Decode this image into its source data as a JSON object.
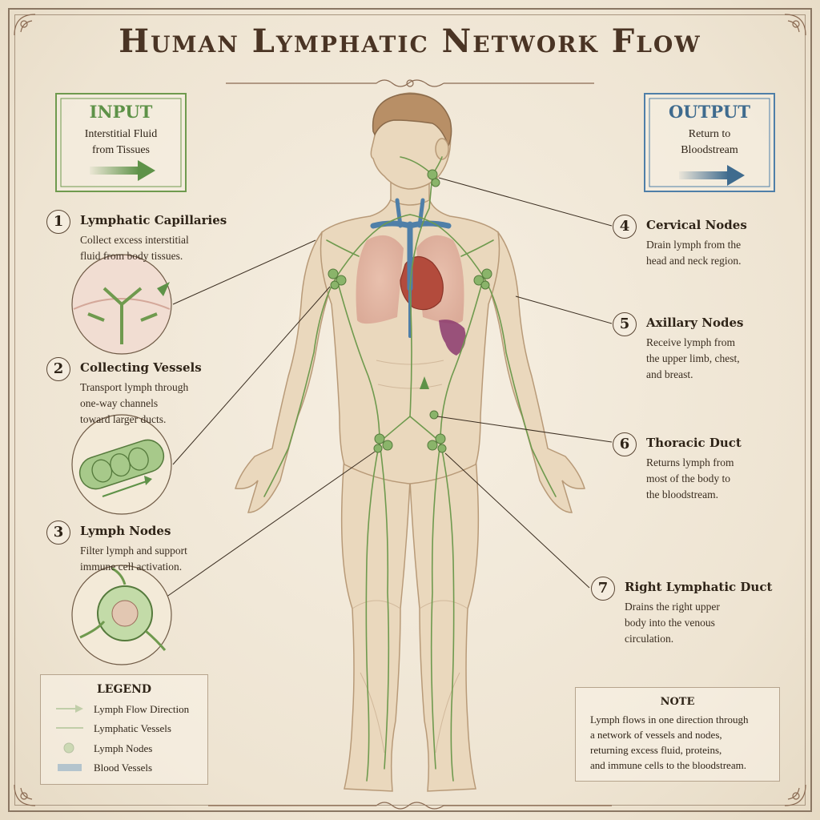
{
  "title": "Human Lymphatic Network Flow",
  "input": {
    "title": "INPUT",
    "line1": "Interstitial Fluid",
    "line2": "from Tissues"
  },
  "output": {
    "title": "OUTPUT",
    "line1": "Return to",
    "line2": "Bloodstream"
  },
  "steps": [
    {
      "num": "1",
      "title": "Lymphatic Capillaries",
      "lines": [
        "Collect excess interstitial",
        "fluid from body tissues."
      ]
    },
    {
      "num": "2",
      "title": "Collecting Vessels",
      "lines": [
        "Transport lymph through",
        "one-way channels",
        "toward larger ducts."
      ]
    },
    {
      "num": "3",
      "title": "Lymph Nodes",
      "lines": [
        "Filter lymph and support",
        "immune cell activation."
      ]
    },
    {
      "num": "4",
      "title": "Cervical Nodes",
      "lines": [
        "Drain lymph from the",
        "head and neck region."
      ]
    },
    {
      "num": "5",
      "title": "Axillary Nodes",
      "lines": [
        "Receive lymph from",
        "the upper limb, chest,",
        "and breast."
      ]
    },
    {
      "num": "6",
      "title": "Thoracic Duct",
      "lines": [
        "Returns lymph from",
        "most of the body to",
        "the bloodstream."
      ]
    },
    {
      "num": "7",
      "title": "Right Lymphatic Duct",
      "lines": [
        "Drains the right upper",
        "body into the venous",
        "circulation."
      ]
    }
  ],
  "legend": {
    "title": "LEGEND",
    "items": [
      {
        "label": "Lymph Flow Direction",
        "icon": "arrow-icon"
      },
      {
        "label": "Lymphatic Vessels",
        "icon": "vessel-line-icon"
      },
      {
        "label": "Lymph Nodes",
        "icon": "node-dot-icon"
      },
      {
        "label": "Blood Vessels",
        "icon": "blood-vessel-icon"
      }
    ]
  },
  "note": {
    "title": "NOTE",
    "lines": [
      "Lymph flows in one direction through",
      "a network of vessels and nodes,",
      "returning excess fluid, proteins,",
      "and immune cells to the bloodstream."
    ]
  },
  "colors": {
    "lymph_green": "#6f9a4e",
    "blood_blue": "#4f7fa8",
    "input_green": "#5e9248",
    "output_blue": "#3f6b8e",
    "ink": "#4a3424",
    "skin": "#ead8bd"
  }
}
